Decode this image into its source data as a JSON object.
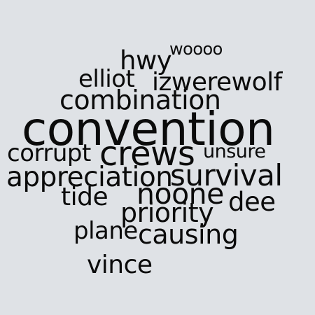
{
  "background_color": "#dfe2e6",
  "text_color": "#0b0b0b",
  "words": [
    "woooo",
    "hwy",
    "elliot",
    "izwerewolf",
    "combination",
    "convention",
    "corrupt",
    "crews",
    "unsure",
    "appreciation",
    "survival",
    "noone",
    "tide",
    "dee",
    "priority",
    "plane",
    "causing",
    "vince"
  ]
}
